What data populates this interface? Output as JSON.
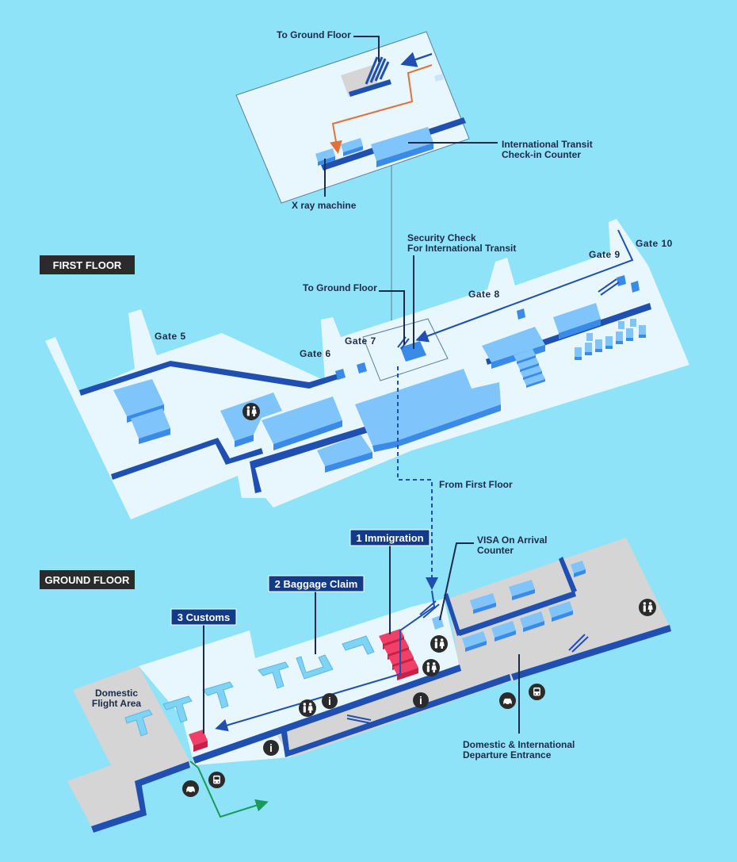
{
  "floors": {
    "first_floor_tag": "FIRST FLOOR",
    "ground_floor_tag": "GROUND FLOOR"
  },
  "transit_inset": {
    "to_ground_floor": "To Ground Floor",
    "check_in_line1": "International Transit",
    "check_in_line2": "Check-in Counter",
    "xray": "X ray machine"
  },
  "first_floor": {
    "security_line1": "Security Check",
    "security_line2": "For International Transit",
    "to_ground_floor": "To Ground Floor",
    "gates": [
      "Gate 5",
      "Gate 6",
      "Gate 7",
      "Gate 8",
      "Gate 9",
      "Gate 10"
    ]
  },
  "ground_floor": {
    "from_first_floor": "From First Floor",
    "immigration": "1 Immigration",
    "baggage_claim": "2 Baggage Claim",
    "customs": "3 Customs",
    "visa_line1": "VISA On Arrival",
    "visa_line2": "Counter",
    "domestic_line1": "Domestic",
    "domestic_line2": "Flight Area",
    "entrance_line1": "Domestic & International",
    "entrance_line2": "Departure Entrance",
    "info_symbol": "i"
  },
  "colors": {
    "background": "#8ee3f8",
    "floor": "#e8f6fd",
    "wall": "#1f4fb0",
    "block_top": "#7fc4fb",
    "block_side": "#3a8ae8",
    "grey_area": "#d5d5d5",
    "tag_dark": "#2b2b2b",
    "tag_navy": "#123a86",
    "immigration_red": "#f0406a",
    "route_orange": "#e2703a",
    "exit_green": "#1a9a5a"
  },
  "icons": [
    "restroom-icon",
    "info-icon",
    "taxi-icon",
    "bus-icon",
    "escalator-icon",
    "arrow-icon"
  ]
}
